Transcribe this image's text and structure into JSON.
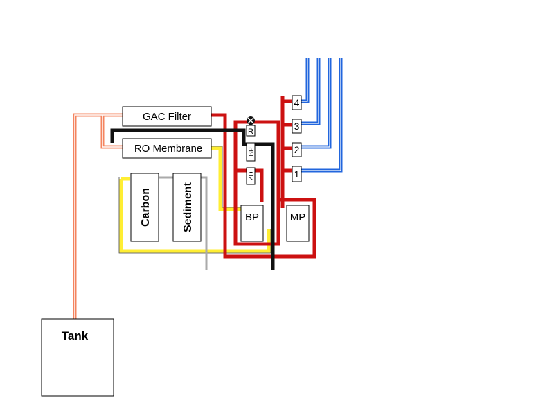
{
  "labels": {
    "gac": "GAC Filter",
    "ro": "RO Membrane",
    "carbon": "Carbon",
    "sediment": "Sediment",
    "tank": "Tank",
    "bp_pump": "BP",
    "mp_pump": "MP",
    "r": "R",
    "bp_small": "BP",
    "zd": "ZD",
    "port4": "4",
    "port3": "3",
    "port2": "2",
    "port1": "1"
  },
  "colors": {
    "orange": "#f4845f",
    "red": "#cc1111",
    "black": "#111111",
    "yellow": "#ffee33",
    "blue": "#2266dd",
    "gray": "#aaaaaa"
  }
}
